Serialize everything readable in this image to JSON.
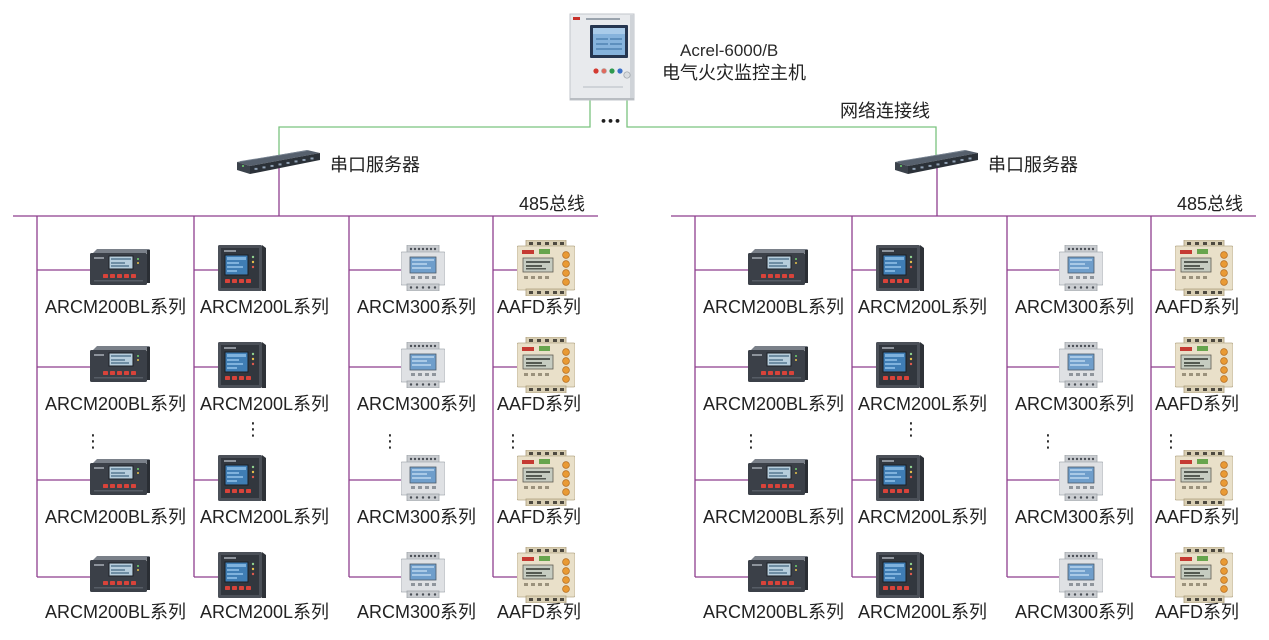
{
  "host": {
    "model": "Acrel-6000/B",
    "name": "电气火灾监控主机",
    "icon": "monitoring-host-cabinet-icon",
    "more_indicator": "•••"
  },
  "network_line_label": "网络连接线",
  "branches": [
    {
      "server_label": "串口服务器",
      "server_icon": "serial-server-icon",
      "bus_label": "485总线",
      "columns": [
        {
          "icon": "arcm200bl-meter-icon",
          "items": [
            "ARCM200BL系列",
            "ARCM200BL系列",
            "ARCM200BL系列",
            "ARCM200BL系列"
          ],
          "ellipsis": "⋮"
        },
        {
          "icon": "arcm200l-meter-icon",
          "items": [
            "ARCM200L系列",
            "ARCM200L系列",
            "ARCM200L系列",
            "ARCM200L系列"
          ],
          "ellipsis": "⋮"
        },
        {
          "icon": "arcm300-meter-icon",
          "items": [
            "ARCM300系列",
            "ARCM300系列",
            "ARCM300系列",
            "ARCM300系列"
          ],
          "ellipsis": "⋮"
        },
        {
          "icon": "aafd-detector-icon",
          "items": [
            "AAFD系列",
            "AAFD系列",
            "AAFD系列",
            "AAFD系列"
          ],
          "ellipsis": "⋮"
        }
      ]
    },
    {
      "server_label": "串口服务器",
      "server_icon": "serial-server-icon",
      "bus_label": "485总线",
      "columns": [
        {
          "icon": "arcm200bl-meter-icon",
          "items": [
            "ARCM200BL系列",
            "ARCM200BL系列",
            "ARCM200BL系列",
            "ARCM200BL系列"
          ],
          "ellipsis": "⋮"
        },
        {
          "icon": "arcm200l-meter-icon",
          "items": [
            "ARCM200L系列",
            "ARCM200L系列",
            "ARCM200L系列",
            "ARCM200L系列"
          ],
          "ellipsis": "⋮"
        },
        {
          "icon": "arcm300-meter-icon",
          "items": [
            "ARCM300系列",
            "ARCM300系列",
            "ARCM300系列",
            "ARCM300系列"
          ],
          "ellipsis": "⋮"
        },
        {
          "icon": "aafd-detector-icon",
          "items": [
            "AAFD系列",
            "AAFD系列",
            "AAFD系列",
            "AAFD系列"
          ],
          "ellipsis": "⋮"
        }
      ]
    }
  ],
  "colors": {
    "network_line": "#7bc47f",
    "bus_line": "#8e3f8e",
    "background": "#ffffff"
  }
}
